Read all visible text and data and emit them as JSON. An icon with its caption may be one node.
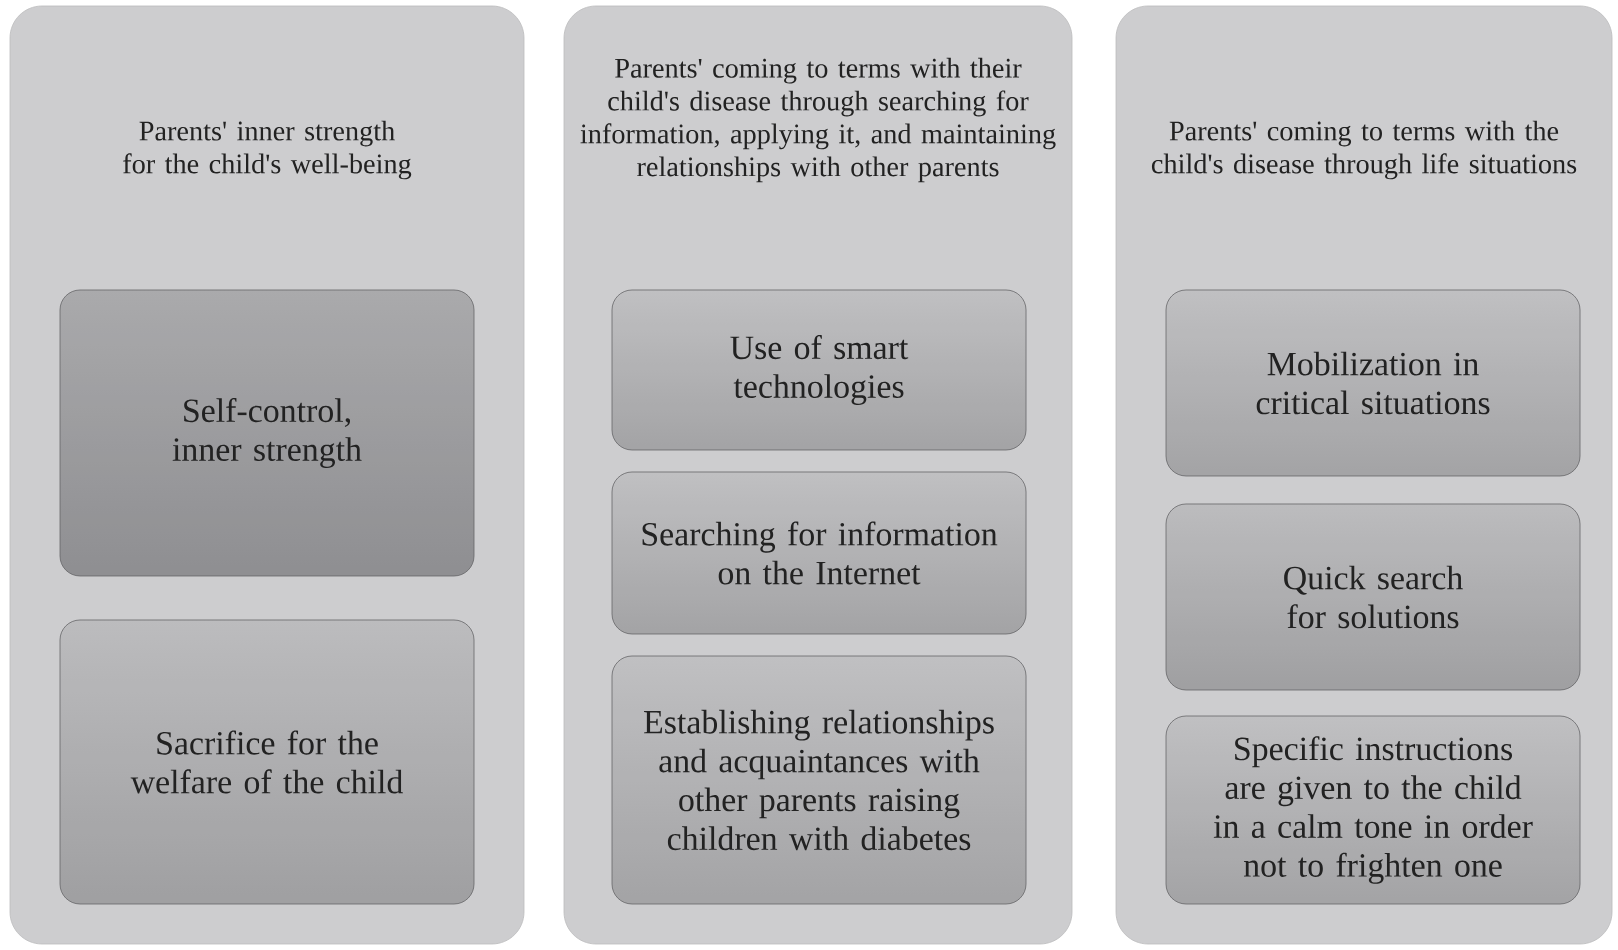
{
  "diagram": {
    "nodes": [
      {
        "text": [
          "Parents' inner strength for the child's well-being"
        ]
      },
      {
        "text": [
          "Self-control, inner strength"
        ],
        "in": 0
      },
      {
        "text": [
          "Sacrifice for the welfare of the child"
        ],
        "in": 0
      },
      {
        "text": [
          "Parents' coming to terms with their child's disease through searching for information, applying it, and maintaining relationships with other parents"
        ]
      },
      {
        "text": [
          "Use of smart technologies"
        ],
        "in": 3
      },
      {
        "text": [
          "Searching for information on the Internet"
        ],
        "in": 3
      },
      {
        "text": [
          "Establishing relationships and acquaintances with other parents raising children with diabetes"
        ],
        "in": 3
      },
      {
        "text": [
          "Parents' coming to terms with the child's disease through life situations"
        ]
      },
      {
        "text": [
          "Mobilization in critical situations"
        ],
        "in": 7
      },
      {
        "text": [
          "Quick search for solutions"
        ],
        "in": 7
      },
      {
        "text": [
          "Specific instructions are given to the child in a calm tone in order not to frighten one"
        ],
        "in": 7
      }
    ]
  }
}
